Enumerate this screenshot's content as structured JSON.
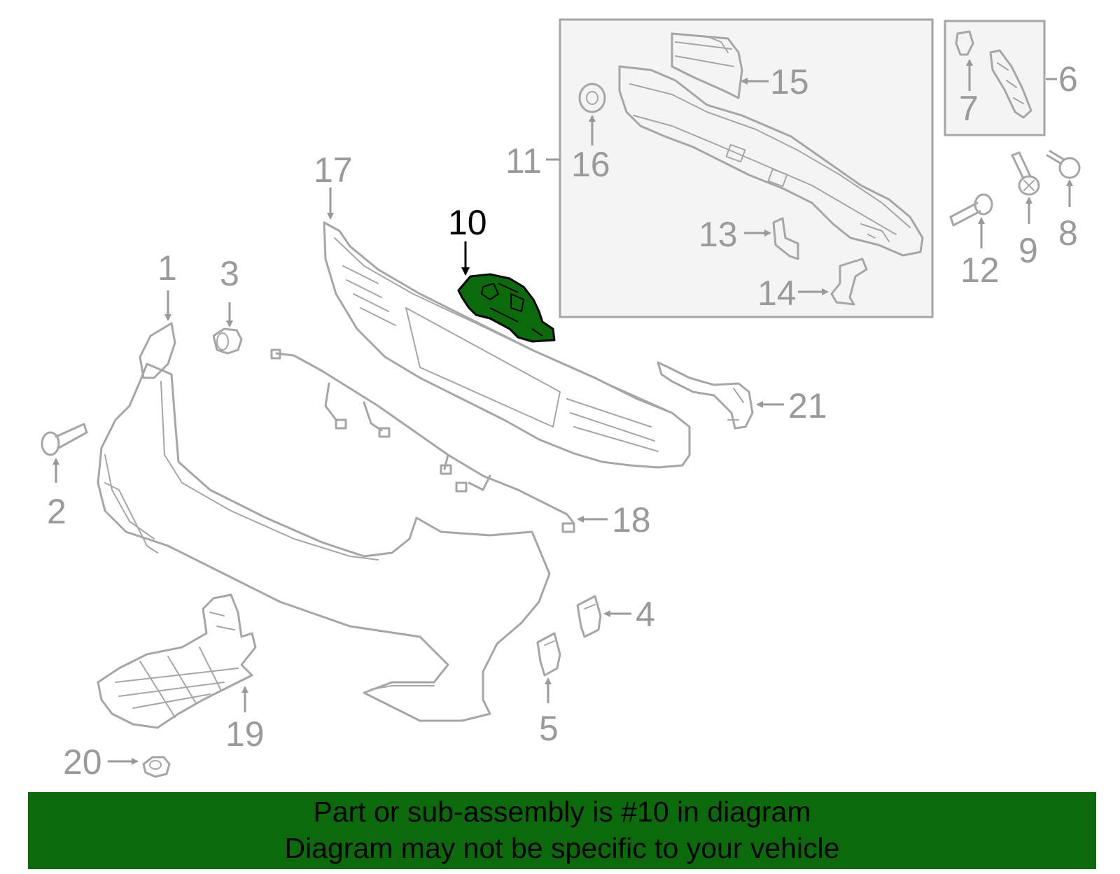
{
  "diagram": {
    "highlight_part": "10",
    "highlight_color": "#0b6b0b",
    "line_color": "#a6a6a6",
    "callouts": {
      "c1": "1",
      "c2": "2",
      "c3": "3",
      "c4": "4",
      "c5": "5",
      "c6": "6",
      "c7": "7",
      "c8": "8",
      "c9": "9",
      "c10": "10",
      "c11": "11",
      "c12": "12",
      "c13": "13",
      "c14": "14",
      "c15": "15",
      "c16": "16",
      "c17": "17",
      "c18": "18",
      "c19": "19",
      "c20": "20",
      "c21": "21"
    }
  },
  "banner": {
    "line1": "Part or sub-assembly is #10 in diagram",
    "line2": "Diagram may not be specific to your vehicle",
    "background": "#0b6b0b"
  }
}
